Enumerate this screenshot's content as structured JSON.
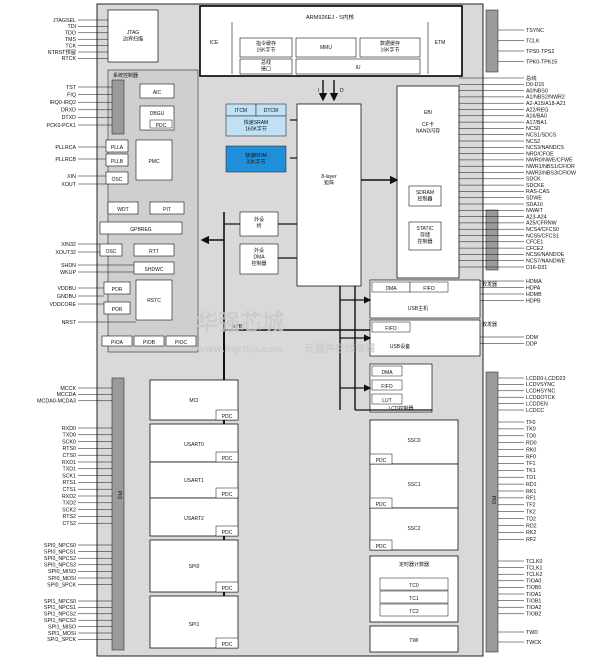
{
  "left_pins_top": [
    "JTAGSEL",
    "TDI",
    "TDO",
    "TMS",
    "TCK",
    "NTRST预留",
    "RTCK"
  ],
  "left_pins_sys": [
    "TST",
    "FIQ",
    "IRQ0-IRQ2",
    "DRXD",
    "DTXD",
    "PCK0-PCK1"
  ],
  "left_pins_pll": [
    "PLLRCA",
    "PLLRCB"
  ],
  "left_pins_osc": [
    "XIN",
    "XOUT"
  ],
  "left_pins_osc32": [
    "XIN32",
    "XOUT32"
  ],
  "left_pins_shdn": [
    "SHDN",
    "WKUP"
  ],
  "left_pins_power": [
    "VDDBU",
    "GNDBU",
    "VDDCORE"
  ],
  "left_pins_nrst": [
    "NRST"
  ],
  "left_pins_mci": [
    "MCCK",
    "MCCDA",
    "MCDA0-MCDA3"
  ],
  "left_pins_usart": [
    "RXD0",
    "TXD0",
    "SCK0",
    "RTS0",
    "CTS0",
    "RXD1",
    "TXD1",
    "SCK1",
    "RTS1",
    "CTS1",
    "RXD2",
    "TXD2",
    "SCK2",
    "RTS2",
    "CTS2"
  ],
  "left_pins_spi0": [
    "SPI0_NPCS0",
    "SPI0_NPCS1",
    "SPI0_NPCS2",
    "SPI0_NPCS3",
    "SPI0_MISO",
    "SPI0_MOSI",
    "SPI0_SPCK"
  ],
  "left_pins_spi1": [
    "SPI1_NPCS0",
    "SPI1_NPCS1",
    "SPI1_NPCS2",
    "SPI1_NPCS3",
    "SPI1_MISO",
    "SPI1_MOSI",
    "SPI1_SPCK"
  ],
  "right_pins_etm": [
    "TSYNC",
    "TCLK",
    "TPS0-TPS2",
    "TPK0-TPK15"
  ],
  "right_pins_ebi": [
    "总线",
    "D0-D15",
    "A0/NBS0",
    "A1/NBS2/NWR2",
    "A2-A15/A18-A21",
    "A22/REG",
    "A16/BA0",
    "A17/BA1",
    "NCS0",
    "NCS1/SDCS",
    "NCS2",
    "NCS3/NANDCS",
    "NRD/CFOE",
    "NWR0/NWE/CFWE",
    "NWR1/NBS1/CFIOR",
    "NWR3/NBS3/CFIOW",
    "SDCK",
    "SDCKE",
    "RAS-CAS",
    "SDWE",
    "SDA10",
    "NWAIT",
    "A23-A24",
    "A25/CFRNW",
    "NCS4/CFCS0",
    "NCS5/CFCS1",
    "CFCE1",
    "CFCE2",
    "NCS6/NANDOE",
    "NCS7/NANDWE",
    "D16-D31"
  ],
  "right_pins_usbh": [
    "HDMA",
    "HDPA",
    "HDMB",
    "HDPB"
  ],
  "right_pins_usbd": [
    "DDM",
    "DDP"
  ],
  "right_pins_lcd": [
    "LCDD0-LCDD23",
    "LCDVSYNC",
    "LCDHSYNC",
    "LCDDOTCK",
    "LCDDEN",
    "LCDCC"
  ],
  "right_pins_ssc": [
    "TF0",
    "TK0",
    "TD0",
    "RD0",
    "RK0",
    "RF0",
    "TF1",
    "TK1",
    "TD1",
    "RD1",
    "RK1",
    "RF1",
    "TF2",
    "TK2",
    "TD2",
    "RD2",
    "RK2",
    "RF2"
  ],
  "right_pins_tc": [
    "TCLK0",
    "TCLK1",
    "TCLK2",
    "TIOA0",
    "TIOB0",
    "TIOA1",
    "TIOB1",
    "TIOA2",
    "TIOB2"
  ],
  "right_pins_twi": [
    "TWD",
    "TWCK"
  ],
  "labels": {
    "jtag": "JTAG\n边界扫描",
    "sysctrl": "系统控制器",
    "aic": "AIC",
    "dbgu": "DBGU",
    "pdc": "PDC",
    "pllra": "PLLA",
    "pllrb": "PLLB",
    "pmc": "PMC",
    "osc": "OSC",
    "wdt": "WDT",
    "pit": "PIT",
    "gpbreg": "GPBREG",
    "osc32": "OSC",
    "rtt": "RTT",
    "shdwc": "SHDWC",
    "por1": "POR",
    "por2": "POR",
    "rstc": "RSTC",
    "pioa": "PIOA",
    "piob": "PIOB",
    "pioc": "PIOC",
    "pio": "PIO",
    "cpu_title": "ARM926EJ - S内核",
    "ice": "ICE",
    "etm": "ETM",
    "icache": "指令缓存\n16K字节",
    "mmu": "MMU",
    "dcache": "数据缓存\n16K字节",
    "bif": "总线\n接口",
    "iu": "IU",
    "itcm": "ITCM",
    "dtcm": "DTCM",
    "sram": "快速SRAM\n160K字节",
    "rom": "快速ROM\n32K字节",
    "matrix": "8-layer\n矩阵",
    "periph1": "外设\n桥",
    "dma": "外设\nDMA\n控制器",
    "ebi": "EBI",
    "ebi_sub": "CF卡\nNAND闪存",
    "sdram": "SDRAM\n控制器",
    "static": "STATIC\n存储\n控制器",
    "dma_usbh": "DMA",
    "fifo_usbh": "FIFO",
    "usbhost": "USB主机",
    "fifo_usbd": "FIFO",
    "usbdev": "USB设备",
    "transceiver": "收发器",
    "lcd_dma": "DMA",
    "lcd_fifo": "FIFO",
    "lcd_lut": "LUT",
    "lcdc": "LCD控制器",
    "apb": "APB",
    "mci": "MCI",
    "usart0": "USART0",
    "usart1": "USART1",
    "usart2": "USART2",
    "spi0": "SPI0",
    "spi1": "SPI1",
    "ssc0": "SSC0",
    "ssc1": "SSC1",
    "ssc2": "SSC2",
    "tcblk": "定时器计数器",
    "tc0": "TC0",
    "tc1": "TC1",
    "tc2": "TC2",
    "twi": "TWI",
    "pio_left": "PIO",
    "pio_right": "PIO",
    "i": "I",
    "d": "D"
  },
  "watermark": {
    "cn": "华强芯城",
    "url": "www.hqchip.com",
    "slogan": "元器件在线商城"
  }
}
